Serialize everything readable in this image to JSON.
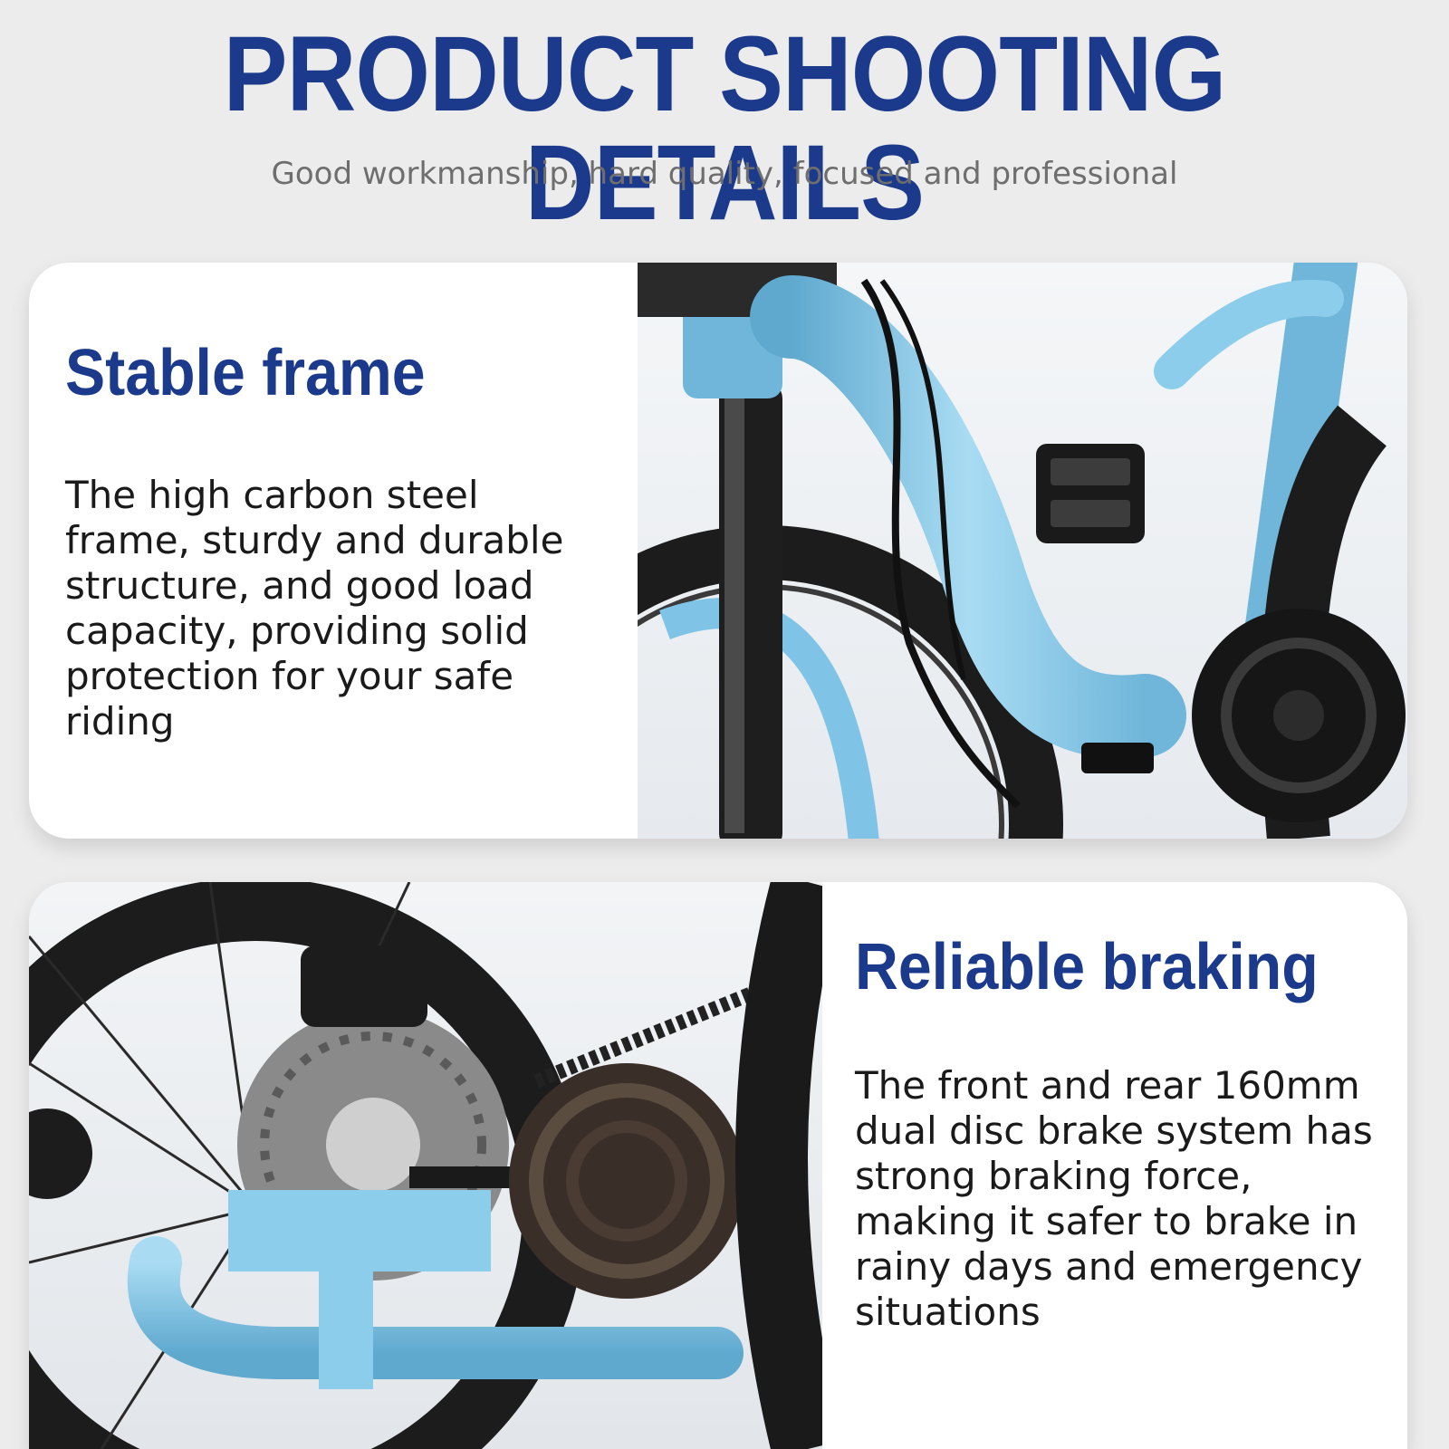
{
  "header": {
    "title": "PRODUCT SHOOTING DETAILS",
    "subtitle": "Good workmanship, hard quality, focused and professional"
  },
  "sections": [
    {
      "title": "Stable frame",
      "lines": [
        "The high carbon steel",
        "frame,  sturdy and durable",
        "structure, and good load",
        "capacity, providing solid",
        "protection for your safe",
        "riding"
      ]
    },
    {
      "title": "Reliable braking",
      "lines": [
        "The front and rear 160mm",
        "dual disc brake system has",
        "strong braking force,",
        "making it safer to brake in",
        "rainy days and emergency",
        "situations"
      ]
    }
  ],
  "colors": {
    "title_blue": "#1b3a8c",
    "frame_blue": "#7fc4e6",
    "background": "#ececec"
  }
}
